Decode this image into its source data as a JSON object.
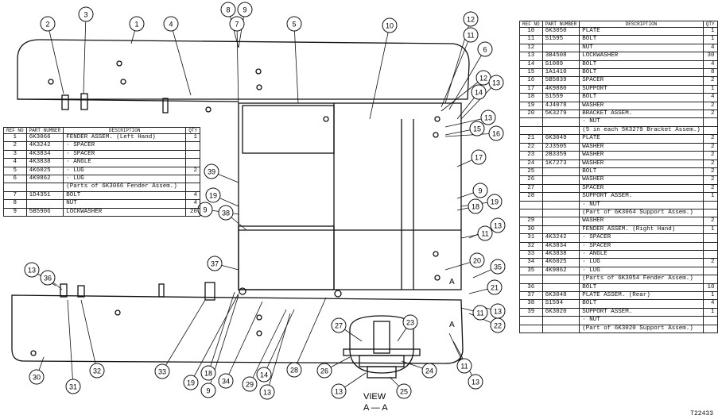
{
  "view_label": "VIEW",
  "view_section": "A — A",
  "section_letters": [
    "A",
    "A"
  ],
  "figure_number": "T22433",
  "callouts": [
    {
      "label": "1"
    },
    {
      "label": "2"
    },
    {
      "label": "3"
    },
    {
      "label": "4"
    },
    {
      "label": "5"
    },
    {
      "label": "8"
    },
    {
      "label": "9"
    },
    {
      "label": "7"
    },
    {
      "label": "10"
    },
    {
      "label": "12"
    },
    {
      "label": "11"
    },
    {
      "label": "6"
    },
    {
      "label": "12"
    },
    {
      "label": "13"
    },
    {
      "label": "14"
    },
    {
      "label": "13"
    },
    {
      "label": "15"
    },
    {
      "label": "16"
    },
    {
      "label": "17"
    },
    {
      "label": "39"
    },
    {
      "label": "19"
    },
    {
      "label": "9"
    },
    {
      "label": "38"
    },
    {
      "label": "9"
    },
    {
      "label": "19"
    },
    {
      "label": "18"
    },
    {
      "label": "11"
    },
    {
      "label": "13"
    },
    {
      "label": "20"
    },
    {
      "label": "35"
    },
    {
      "label": "21"
    },
    {
      "label": "11"
    },
    {
      "label": "13"
    },
    {
      "label": "22"
    },
    {
      "label": "37"
    },
    {
      "label": "13"
    },
    {
      "label": "36"
    },
    {
      "label": "30"
    },
    {
      "label": "31"
    },
    {
      "label": "32"
    },
    {
      "label": "33"
    },
    {
      "label": "18"
    },
    {
      "label": "19"
    },
    {
      "label": "9"
    },
    {
      "label": "34"
    },
    {
      "label": "29"
    },
    {
      "label": "14"
    },
    {
      "label": "13"
    },
    {
      "label": "28"
    },
    {
      "label": "27"
    },
    {
      "label": "23"
    },
    {
      "label": "26"
    },
    {
      "label": "24"
    },
    {
      "label": "13"
    },
    {
      "label": "25"
    },
    {
      "label": "11"
    },
    {
      "label": "13"
    }
  ],
  "left_table": {
    "headers": [
      "REF NO",
      "PART NUMBER",
      "DESCRIPTION",
      "QTY"
    ],
    "rows": [
      {
        "no": "1",
        "pn": "6K3066",
        "desc": "FENDER ASSEM.   (Left Hand)",
        "qty": "1"
      },
      {
        "no": "2",
        "pn": "4K3242",
        "desc": "· SPACER",
        "qty": ""
      },
      {
        "no": "3",
        "pn": "4K3834",
        "desc": "· SPACER",
        "qty": ""
      },
      {
        "no": "4",
        "pn": "4K3838",
        "desc": "· ANGLE",
        "qty": ""
      },
      {
        "no": "5",
        "pn": "4K6025",
        "desc": "· LUG",
        "qty": "2"
      },
      {
        "no": "6",
        "pn": "4K9862",
        "desc": "· LUG",
        "qty": ""
      },
      {
        "no": "",
        "pn": "",
        "desc": "(Parts of 6K3066 Fender Assem.)",
        "qty": ""
      },
      {
        "no": "7",
        "pn": "1D4351",
        "desc": "BOLT",
        "qty": "4"
      },
      {
        "no": "8",
        "pn": "",
        "desc": "NUT",
        "qty": "4"
      },
      {
        "no": "9",
        "pn": "5B5906",
        "desc": "LOCKWASHER",
        "qty": "20"
      }
    ]
  },
  "right_table": {
    "headers": [
      "REF NO",
      "PART NUMBER",
      "DESCRIPTION",
      "QTY"
    ],
    "rows": [
      {
        "no": "10",
        "pn": "6K3050",
        "desc": "PLATE",
        "qty": "1"
      },
      {
        "no": "11",
        "pn": "S1595",
        "desc": "BOLT",
        "qty": "1"
      },
      {
        "no": "12",
        "pn": "",
        "desc": "NUT",
        "qty": "4"
      },
      {
        "no": "13",
        "pn": "3B4508",
        "desc": "LOCKWASHER",
        "qty": "30"
      },
      {
        "no": "14",
        "pn": "S1089",
        "desc": "BOLT",
        "qty": "4"
      },
      {
        "no": "15",
        "pn": "1A1410",
        "desc": "BOLT",
        "qty": "8"
      },
      {
        "no": "16",
        "pn": "5B5839",
        "desc": "SPACER",
        "qty": "2"
      },
      {
        "no": "17",
        "pn": "4K9880",
        "desc": "SUPPORT",
        "qty": "1"
      },
      {
        "no": "18",
        "pn": "S1559",
        "desc": "BOLT",
        "qty": "4"
      },
      {
        "no": "19",
        "pn": "4J4078",
        "desc": "WASHER",
        "qty": "2"
      },
      {
        "no": "20",
        "pn": "5K3279",
        "desc": "BRACKET ASSEM.",
        "qty": "2"
      },
      {
        "no": "",
        "pn": "",
        "desc": "· NUT",
        "qty": ""
      },
      {
        "no": "",
        "pn": "",
        "desc": "(5 in each 5K3279 Bracket Assem.)",
        "qty": ""
      },
      {
        "no": "21",
        "pn": "6K3049",
        "desc": "PLATE",
        "qty": "2"
      },
      {
        "no": "22",
        "pn": "2J3505",
        "desc": "WASHER",
        "qty": "2"
      },
      {
        "no": "23",
        "pn": "2B3359",
        "desc": "WASHER",
        "qty": "2"
      },
      {
        "no": "24",
        "pn": "1K7273",
        "desc": "WASHER",
        "qty": "2"
      },
      {
        "no": "25",
        "pn": "",
        "desc": "BOLT",
        "qty": "2"
      },
      {
        "no": "26",
        "pn": "",
        "desc": "WASHER",
        "qty": "2"
      },
      {
        "no": "27",
        "pn": "",
        "desc": "SPACER",
        "qty": "2"
      },
      {
        "no": "28",
        "pn": "",
        "desc": "SUPPORT ASSEM.",
        "qty": "1"
      },
      {
        "no": "",
        "pn": "",
        "desc": "· NUT",
        "qty": ""
      },
      {
        "no": "",
        "pn": "",
        "desc": "(Part of 6K3064 Support Assem.)",
        "qty": ""
      },
      {
        "no": "29",
        "pn": "",
        "desc": "WASHER",
        "qty": "2"
      },
      {
        "no": "30",
        "pn": "",
        "desc": "FENDER ASSEM.   (Right Hand)",
        "qty": "1"
      },
      {
        "no": "31",
        "pn": "4K3242",
        "desc": "· SPACER",
        "qty": ""
      },
      {
        "no": "32",
        "pn": "4K3834",
        "desc": "· SPACER",
        "qty": ""
      },
      {
        "no": "33",
        "pn": "4K3838",
        "desc": "· ANGLE",
        "qty": ""
      },
      {
        "no": "34",
        "pn": "4K6025",
        "desc": "· LUG",
        "qty": "2"
      },
      {
        "no": "35",
        "pn": "4K9862",
        "desc": "· LUG",
        "qty": ""
      },
      {
        "no": "",
        "pn": "",
        "desc": "(Parts of 6K3054 Fender Assem.)",
        "qty": ""
      },
      {
        "no": "36",
        "pn": "",
        "desc": "BOLT",
        "qty": "10"
      },
      {
        "no": "37",
        "pn": "6K3048",
        "desc": "PLATE ASSEM.   (Rear)",
        "qty": "1"
      },
      {
        "no": "38",
        "pn": "S1594",
        "desc": "BOLT",
        "qty": "4"
      },
      {
        "no": "39",
        "pn": "6K3020",
        "desc": "SUPPORT ASSEM.",
        "qty": "1"
      },
      {
        "no": "",
        "pn": "",
        "desc": "· NUT",
        "qty": ""
      },
      {
        "no": "",
        "pn": "",
        "desc": "(Part of 6K3020 Support Assem.)",
        "qty": ""
      }
    ]
  }
}
